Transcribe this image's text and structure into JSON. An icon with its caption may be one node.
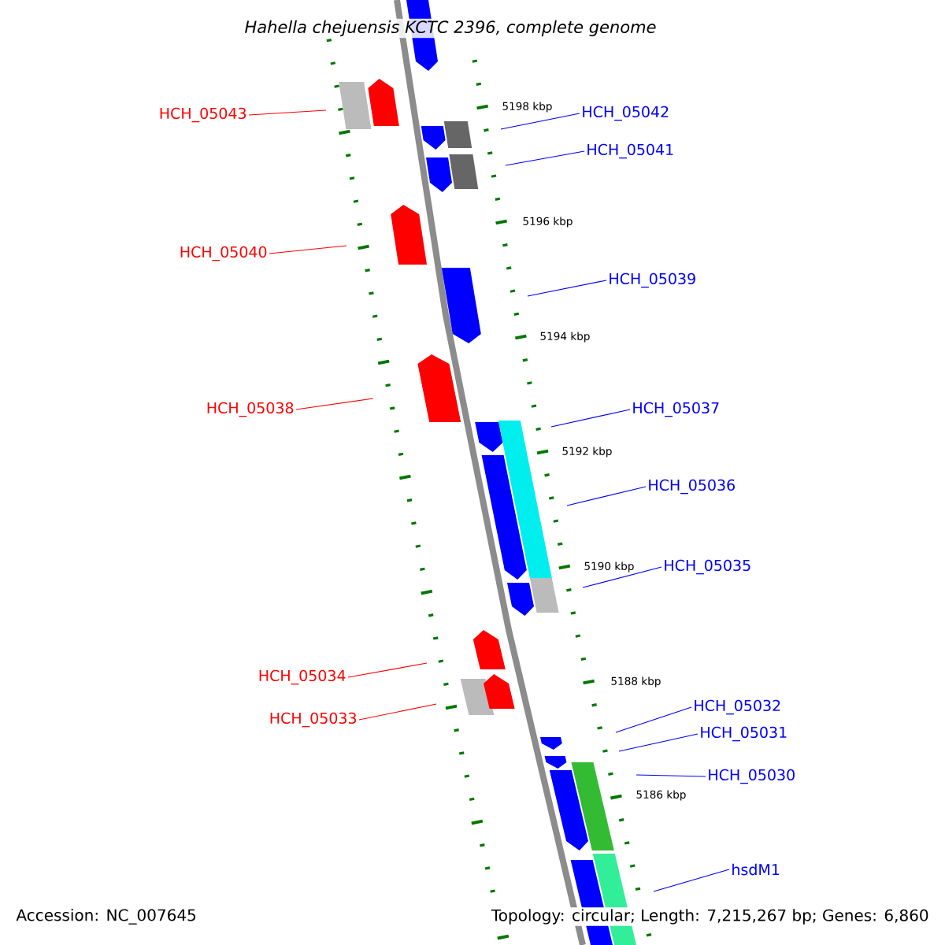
{
  "diagram": {
    "title": "Hahella chejuensis KCTC 2396, complete genome",
    "nodes": [
      {
        "text": [
          "HCH_05043"
        ]
      },
      {
        "text": [
          "HCH_05042"
        ]
      },
      {
        "text": [
          "HCH_05041"
        ]
      },
      {
        "text": [
          "HCH_05040"
        ]
      },
      {
        "text": [
          "HCH_05039"
        ]
      },
      {
        "text": [
          "HCH_05038"
        ]
      },
      {
        "text": [
          "HCH_05037"
        ]
      },
      {
        "text": [
          "HCH_05036"
        ]
      },
      {
        "text": [
          "HCH_05035"
        ]
      },
      {
        "text": [
          "HCH_05034"
        ]
      },
      {
        "text": [
          "HCH_05033"
        ]
      },
      {
        "text": [
          "HCH_05032"
        ]
      },
      {
        "text": [
          "HCH_05031"
        ]
      },
      {
        "text": [
          "HCH_05030"
        ]
      },
      {
        "text": [
          "hsdM1"
        ]
      }
    ],
    "edges": [
      {
        "from": 0,
        "to": null,
        "arrow": "none",
        "color": "#ff0000"
      },
      {
        "from": 1,
        "to": null,
        "arrow": "none"
      },
      {
        "from": 2,
        "to": null,
        "arrow": "none"
      },
      {
        "from": 3,
        "to": null,
        "arrow": "none",
        "color": "#ff0000"
      },
      {
        "from": 4,
        "to": null,
        "arrow": "none"
      },
      {
        "from": 5,
        "to": null,
        "arrow": "none",
        "color": "#ff0000"
      },
      {
        "from": 6,
        "to": null,
        "arrow": "none"
      },
      {
        "from": 7,
        "to": null,
        "arrow": "none"
      },
      {
        "from": 8,
        "to": null,
        "arrow": "none"
      },
      {
        "from": 9,
        "to": null,
        "arrow": "none",
        "color": "#ff0000"
      },
      {
        "from": 10,
        "to": null,
        "arrow": "none",
        "color": "#ff0000"
      },
      {
        "from": 11,
        "to": null,
        "arrow": "none"
      },
      {
        "from": 12,
        "to": null,
        "arrow": "none"
      },
      {
        "from": 13,
        "to": null,
        "arrow": "none"
      },
      {
        "from": 14,
        "to": null,
        "arrow": "none"
      }
    ],
    "labels": [
      "5198 kbp",
      "5196 kbp",
      "5194 kbp",
      "5192 kbp",
      "5190 kbp",
      "5188 kbp",
      "5186 kbp",
      "Accession: NC_007645",
      "Topology: circular; Length: 7,215,267 bp; Genes: 6,860"
    ]
  }
}
